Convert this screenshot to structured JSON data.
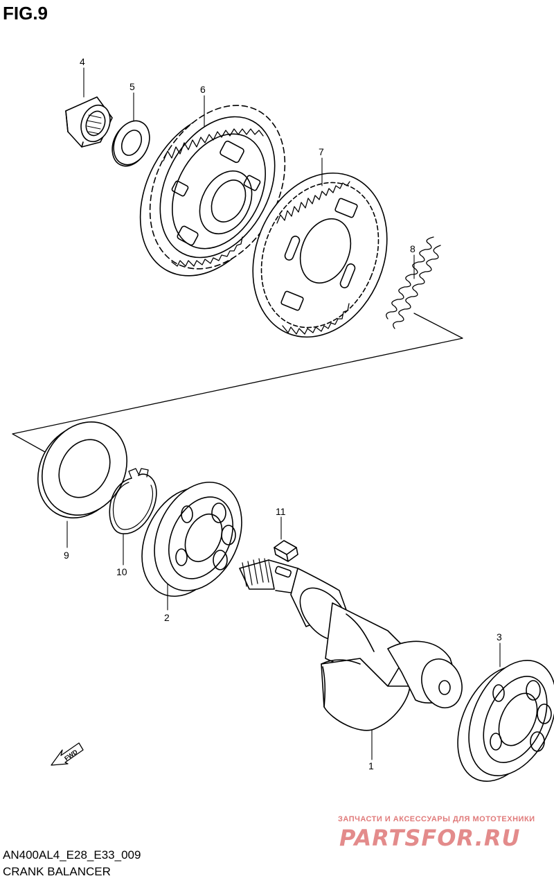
{
  "figure_title": "FIG.9",
  "footer": {
    "code": "AN400AL4_E28_E33_009",
    "caption": "CRANK BALANCER"
  },
  "watermark": {
    "top_line": "ЗАПЧАСТИ И АКСЕССУАРЫ ДЛЯ МОТОТЕХНИКИ",
    "brand": "PARTSFOR.RU"
  },
  "direction_label": "FWD",
  "parts": [
    {
      "number": "1",
      "part": "crank-balancer-shaft"
    },
    {
      "number": "2",
      "part": "bearing"
    },
    {
      "number": "3",
      "part": "bearing"
    },
    {
      "number": "4",
      "part": "nut"
    },
    {
      "number": "5",
      "part": "washer"
    },
    {
      "number": "6",
      "part": "driven-gear"
    },
    {
      "number": "7",
      "part": "scissor-gear"
    },
    {
      "number": "8",
      "part": "spring"
    },
    {
      "number": "9",
      "part": "washer"
    },
    {
      "number": "10",
      "part": "circlip"
    },
    {
      "number": "11",
      "part": "key"
    }
  ]
}
